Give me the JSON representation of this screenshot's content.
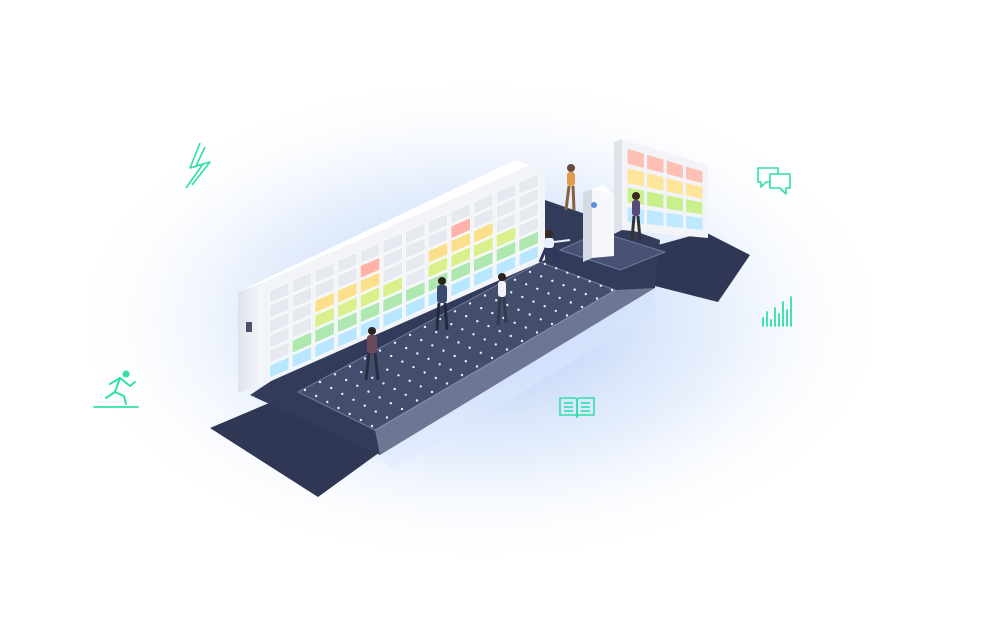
{
  "theme": {
    "accent": "#2fe0a8",
    "floor_dark": "#3a4462",
    "floor_top": "#4b5676",
    "wall_light": "#eef1f6",
    "glow": "#a9c6f5"
  },
  "feature_icons": [
    {
      "name": "lightning-icon"
    },
    {
      "name": "chat-bubbles-icon"
    },
    {
      "name": "bar-chart-icon"
    },
    {
      "name": "runner-icon"
    },
    {
      "name": "open-book-icon"
    }
  ],
  "wall_display": {
    "columns": 12,
    "rows": 6,
    "colors": [
      "#b9e7ff",
      "#aee8b0",
      "#d9f08c",
      "#fbe08c",
      "#ffb3a8"
    ],
    "column_levels": [
      1,
      2,
      4,
      4,
      5,
      3,
      2,
      4,
      5,
      4,
      3,
      2
    ]
  },
  "small_display": {
    "columns": 4,
    "rows": 4,
    "row_colors": [
      "#ffc0b4",
      "#ffe59a",
      "#c9f08d",
      "#bde8ff"
    ]
  }
}
